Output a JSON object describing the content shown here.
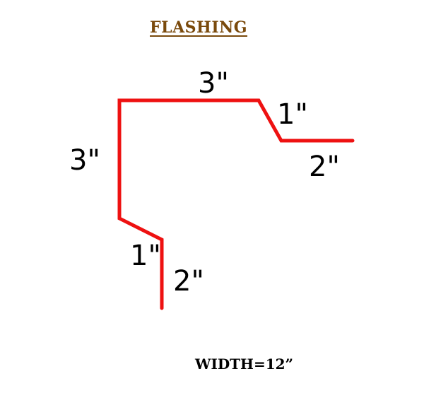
{
  "title": "FLASHING",
  "width_label": "WIDTH=12”",
  "segment_color": "#ee1111",
  "title_color": "#7a4a0c",
  "dimensions": {
    "top": "3\"",
    "top_bend": "1\"",
    "top_right": "2\"",
    "left_vertical": "3\"",
    "lower_bend": "1\"",
    "lower_vertical": "2\""
  }
}
